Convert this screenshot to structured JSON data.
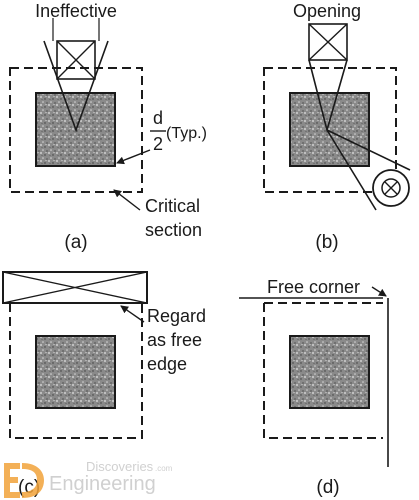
{
  "panels": {
    "a": {
      "caption": "(a)",
      "top_label": "Ineffective",
      "dim_num": "d",
      "dim_den": "2",
      "dim_suffix": "(Typ.)",
      "note_line1": "Critical",
      "note_line2": "section"
    },
    "b": {
      "caption": "(b)",
      "top_label": "Opening"
    },
    "c": {
      "caption": "(c)",
      "note_line1": "Regard",
      "note_line2": "as free",
      "note_line3": "edge"
    },
    "d": {
      "caption": "(d)",
      "note": "Free corner"
    }
  },
  "watermark": {
    "line1": "Discoveries",
    "line1_suffix": ".com",
    "line2": "Engineering",
    "logo_letters": "ED"
  },
  "colors": {
    "ink": "#1a1a1a",
    "column_fill": "#8c8c8c",
    "logo_orange": "#f2a33a",
    "watermark_text": "#c8c8c8"
  }
}
